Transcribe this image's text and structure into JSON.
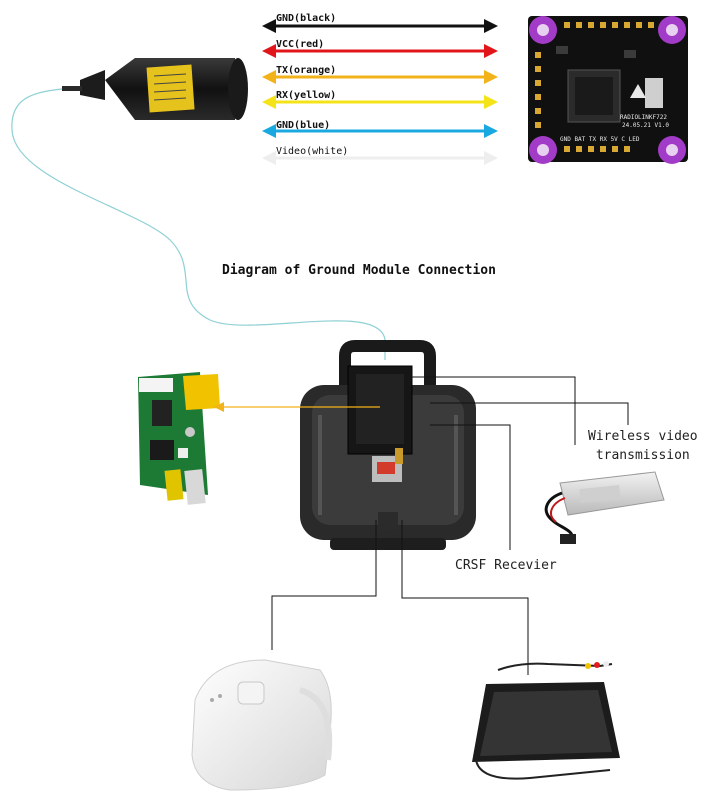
{
  "wires": [
    {
      "label": "GND(black)",
      "color": "#111111"
    },
    {
      "label": "VCC(red)",
      "color": "#e0161b"
    },
    {
      "label": "TX(orange)",
      "color": "#f2b21a"
    },
    {
      "label": "RX(yellow)",
      "color": "#f5e31a"
    },
    {
      "label": "GND(blue)",
      "color": "#1aa8e0"
    },
    {
      "label": "Video(white)",
      "color": "#eeeeee"
    }
  ],
  "diagram_title": "Diagram of Ground Module Connection",
  "labels": {
    "wireless_line1": "Wireless video",
    "wireless_line2": "transmission",
    "crsf": "CRSF Recevier"
  },
  "board_text": {
    "name": "RADIOLINKF722",
    "date": "24.05.21 V1.0",
    "pads": "GND BAT TX RX 5V C LED"
  }
}
